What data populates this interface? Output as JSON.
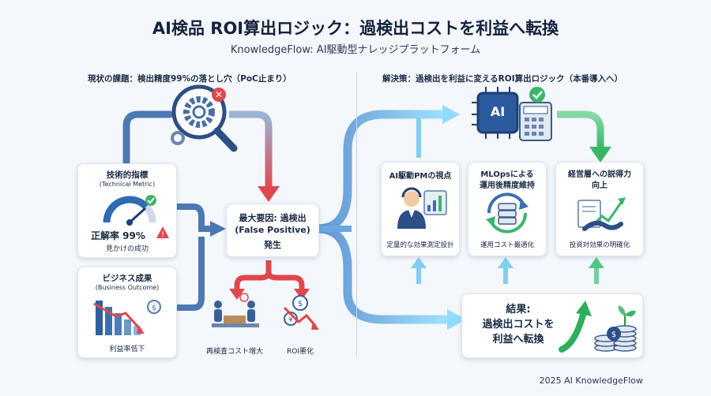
{
  "title": "AI検品 ROI算出ロジック：過検出コストを利益へ転換",
  "subtitle": "KnowledgeFlow: AI駆動型ナレッジプラットフォーム",
  "left": {
    "heading": "現状の課題：検出精度99%の落とし穴（PoC止まり）",
    "technical": {
      "title": "技術的指標",
      "title_en": "(Technical Metric)",
      "metric_label": "正解率 99%",
      "caption": "見かけの成功"
    },
    "business": {
      "title": "ビジネス成果",
      "title_en": "(Business Outcome)",
      "caption": "利益率低下"
    },
    "cause": {
      "line1": "最大要因: 過検出",
      "line2": "(False Positive)",
      "line3": "発生"
    },
    "effects": {
      "recheck": "再検査コスト増大",
      "roi": "ROI悪化"
    }
  },
  "right": {
    "heading": "解決策：過検出を利益に変えるROI算出ロジック（本番導入へ）",
    "chip_label": "AI",
    "cards": [
      {
        "title": "AI駆動PMの視点",
        "caption": "定量的な効果測定設計"
      },
      {
        "title": "MLOpsによる運用後精度維持",
        "title_l1": "MLOpsによる",
        "title_l2": "運用後精度維持",
        "caption": "運用コスト最適化"
      },
      {
        "title_l1": "経営層への説得力",
        "title_l2": "向上",
        "caption": "投資対効果の明確化"
      }
    ],
    "result": {
      "line1": "結果:",
      "line2": "過検出コストを",
      "line3": "利益へ転換"
    }
  },
  "footer": "2025 AI KnowledgeFlow",
  "colors": {
    "blue_arrow": "#4f8fd6",
    "red_arrow": "#e0474c",
    "green_arrow": "#4cc27a",
    "navy": "#1e3f73",
    "light_blue": "#7fd0f2"
  }
}
